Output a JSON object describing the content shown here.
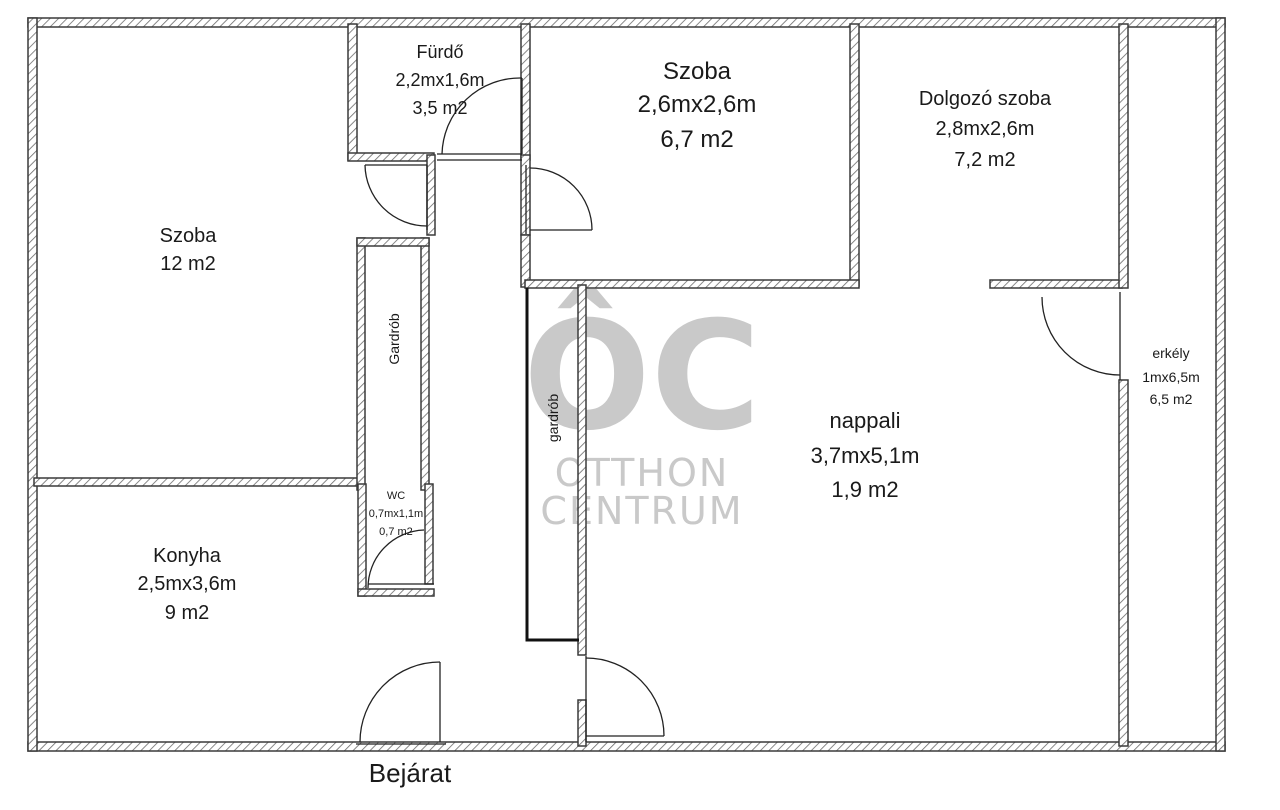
{
  "rooms": {
    "szoba_left": {
      "name": "Szoba",
      "area": "12 m2"
    },
    "furdo": {
      "name": "Fürdő",
      "size": "2,2mx1,6m",
      "area": "3,5 m2"
    },
    "szoba_mid": {
      "name": "Szoba",
      "size": "2,6mx2,6m",
      "area": "6,7 m2"
    },
    "dolgozo": {
      "name": "Dolgozó szoba",
      "size": "2,8mx2,6m",
      "area": "7,2 m2"
    },
    "gardrob_1": {
      "name": "Gardrób"
    },
    "gardrob_2": {
      "name": "gardrób"
    },
    "wc": {
      "name": "WC",
      "size": "0,7mx1,1m",
      "area": "0,7 m2"
    },
    "konyha": {
      "name": "Konyha",
      "size": "2,5mx3,6m",
      "area": "9 m2"
    },
    "nappali": {
      "name": "nappali",
      "size": "3,7mx5,1m",
      "area": "1,9 m2"
    },
    "erkely": {
      "name": "erkély",
      "size": "1mx6,5m",
      "area": "6,5 m2"
    }
  },
  "entrance": {
    "label": "Bejárat"
  },
  "watermark": {
    "logo": "ÔC",
    "line1": "OTTHON",
    "line2": "CENTRUM",
    "color": "#c9c9c9"
  },
  "colors": {
    "wall": "#3a3a3a",
    "hatch": "#6a6a6a",
    "door": "#222222"
  }
}
